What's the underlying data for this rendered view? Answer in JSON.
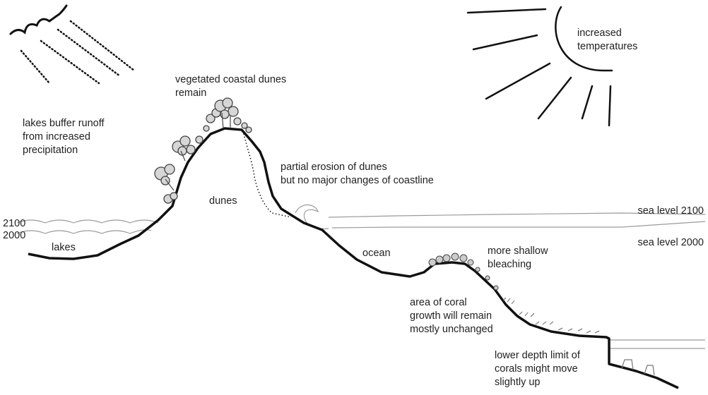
{
  "labels": {
    "increased_temperatures": [
      "increased",
      "temperatures"
    ],
    "vegetated_dunes": [
      "vegetated coastal dunes",
      "remain"
    ],
    "lakes_buffer": [
      "lakes buffer runoff",
      "from increased",
      "precipitation"
    ],
    "partial_erosion": [
      "partial erosion of dunes",
      "but no major changes of coastline"
    ],
    "dunes": "dunes",
    "lakes": "lakes",
    "ocean": "ocean",
    "year_2100": "2100",
    "year_2000": "2000",
    "sea_level_2100": "sea level 2100",
    "sea_level_2000": "sea level 2000",
    "more_shallow_bleaching": [
      "more shallow",
      "bleaching"
    ],
    "coral_growth": [
      "area of coral",
      "growth will remain",
      "mostly unchanged"
    ],
    "lower_depth": [
      "lower depth limit of",
      "corals might move",
      "slightly up"
    ]
  },
  "icons": {
    "sun": "sun-icon",
    "rain": "rain-cloud-icon",
    "vegetation": "vegetation-icon",
    "coral": "coral-icon",
    "wave": "wave-icon"
  },
  "colors": {
    "terrain": "#111111",
    "water_line": "#9a9a9a",
    "text": "#222222"
  }
}
